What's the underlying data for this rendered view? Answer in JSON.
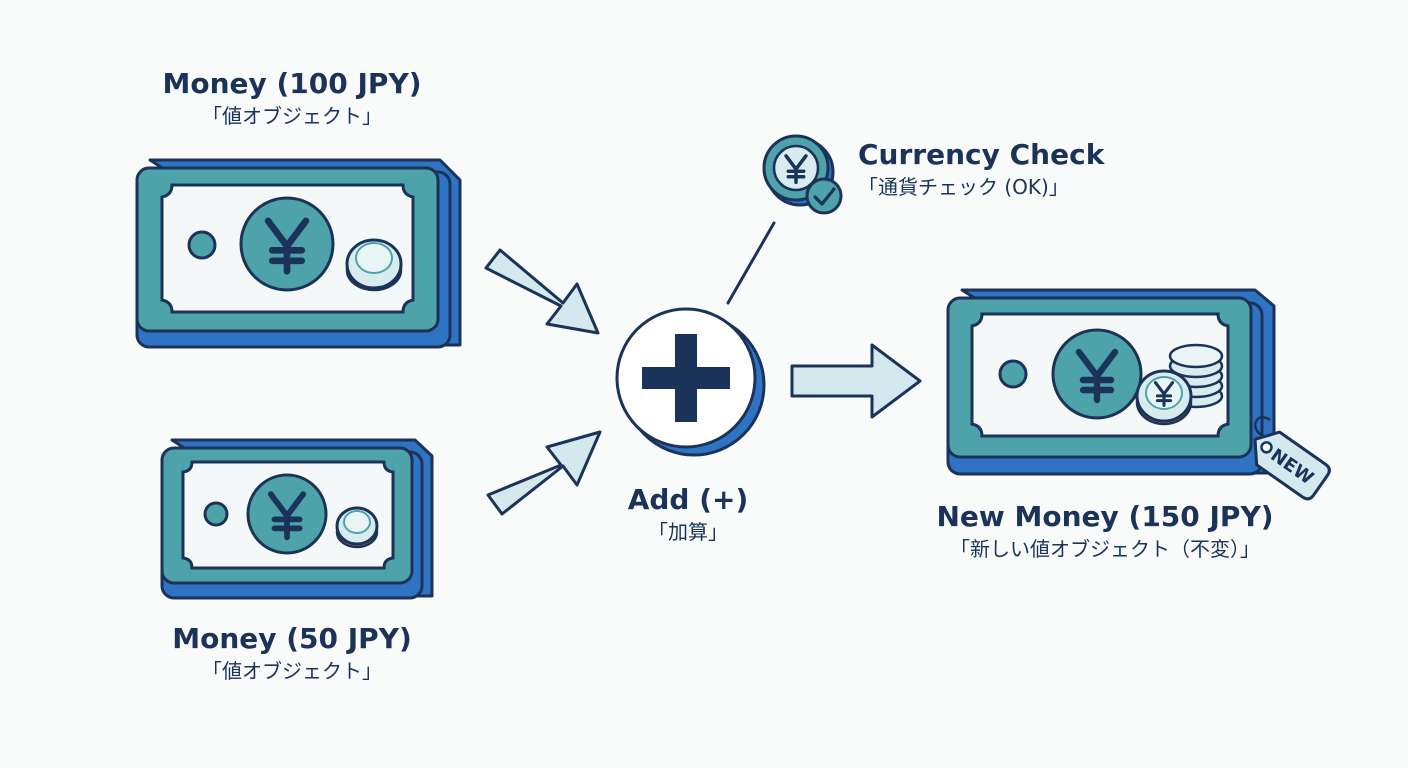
{
  "nodes": {
    "money_100": {
      "title": "Money (100 JPY)",
      "subtitle": "「値オブジェクト」"
    },
    "money_50": {
      "title": "Money (50 JPY)",
      "subtitle": "「値オブジェクト」"
    },
    "add": {
      "title": "Add (+)",
      "subtitle": "「加算」"
    },
    "currency_check": {
      "title": "Currency Check",
      "subtitle": "「通貨チェック (OK)」"
    },
    "new_money": {
      "title": "New Money (150 JPY)",
      "subtitle": "「新しい値オブジェクト（不変）」",
      "tag": "NEW"
    }
  },
  "icons": {
    "currency": "yen-icon",
    "operation": "plus-icon",
    "check": "checkmark-icon",
    "tag": "new-tag-icon"
  },
  "colors": {
    "outline": "#1b3358",
    "bill_face": "#4ea3ab",
    "bill_side": "#2f73c4",
    "bill_inner": "#f4f8f8",
    "arrow_fill": "#d4e9ee",
    "coin_face": "#d8ecef",
    "coin_edge": "#f0813a",
    "background": "#f9fafa"
  }
}
